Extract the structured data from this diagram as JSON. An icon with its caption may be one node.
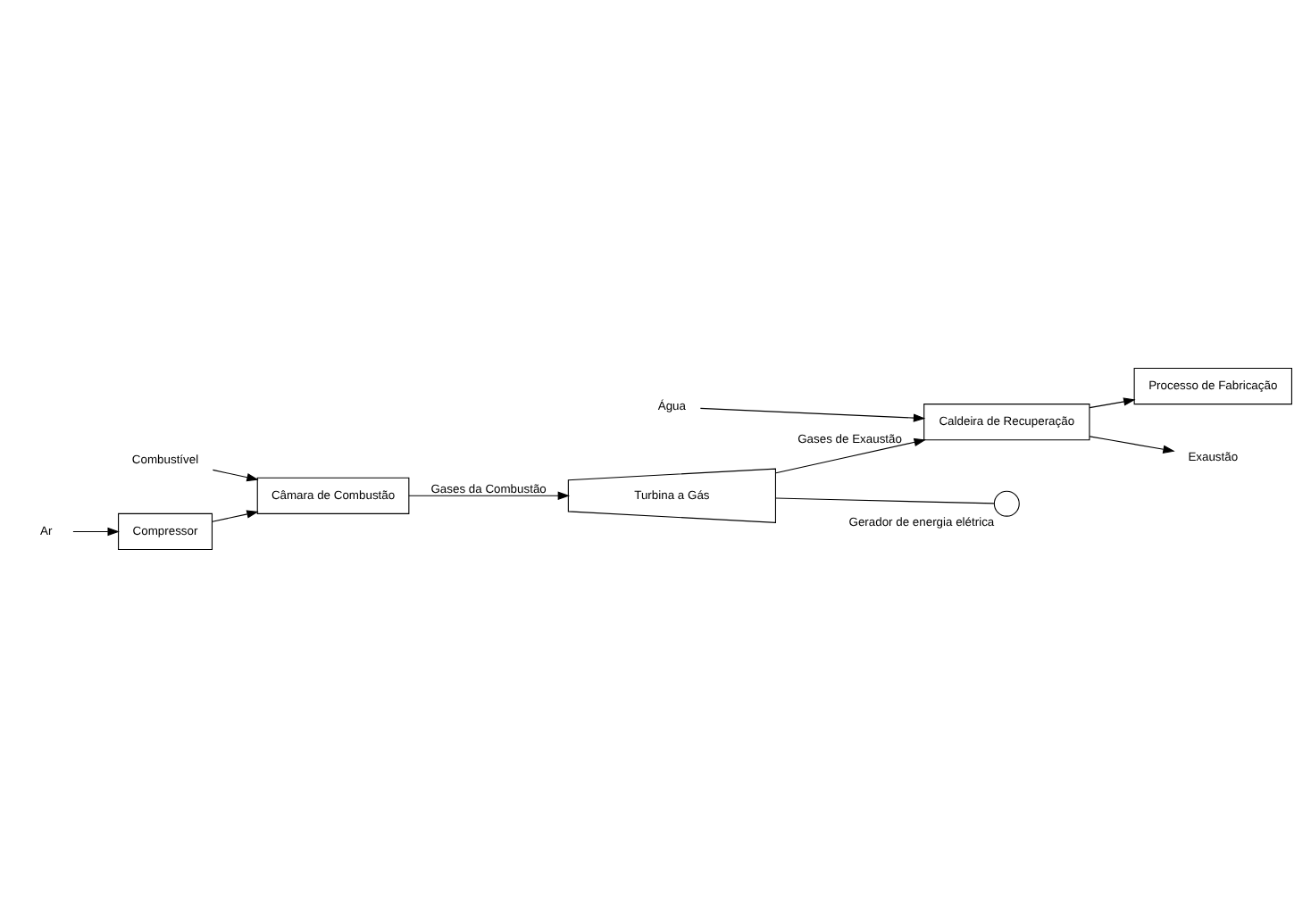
{
  "diagram": {
    "nodes": [
      {
        "text": [
          "Compressor"
        ]
      },
      {
        "text": [
          "Câmara de Combustão"
        ]
      },
      {
        "text": [
          "Turbina a Gás"
        ]
      },
      {
        "text": [
          "Gerador de energia elétrica"
        ]
      },
      {
        "text": [
          "Caldeira de Recuperação"
        ]
      },
      {
        "text": [
          "Processo de Fabricação"
        ]
      },
      {
        "text": [
          "Combustível"
        ]
      },
      {
        "text": [
          "Ar"
        ]
      },
      {
        "text": [
          "Água"
        ]
      },
      {
        "text": [
          "Exaustão"
        ]
      }
    ],
    "edges": [
      {
        "from": 7,
        "to": 0,
        "arrow": "to"
      },
      {
        "from": 0,
        "to": 1,
        "arrow": "to"
      },
      {
        "from": 6,
        "to": 1,
        "arrow": "to"
      },
      {
        "from": 1,
        "to": 2,
        "arrow": "to",
        "label": "Gases da Combustão"
      },
      {
        "from": 2,
        "to": 3,
        "arrow": "none"
      },
      {
        "from": 2,
        "to": 4,
        "arrow": "to",
        "label": "Gases de Exaustão"
      },
      {
        "from": 8,
        "to": 4,
        "arrow": "to"
      },
      {
        "from": 4,
        "to": 9,
        "arrow": "to"
      },
      {
        "from": 4,
        "to": 5,
        "arrow": "to"
      }
    ]
  }
}
